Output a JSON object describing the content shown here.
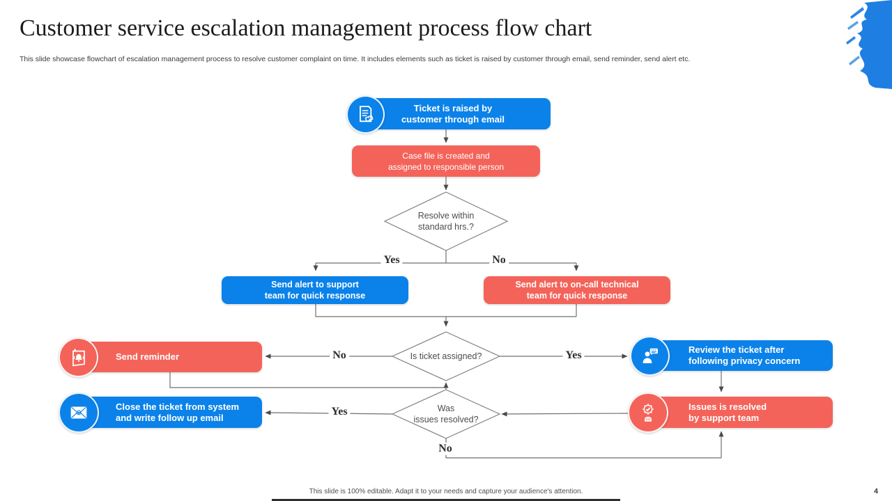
{
  "slide": {
    "title": "Customer service escalation management process flow chart",
    "subtitle": "This slide showcase flowchart of escalation management process to resolve customer complaint on time. It includes elements such as ticket is raised by customer through email, send reminder, send alert etc.",
    "footer": "This slide is 100% editable.  Adapt it to your needs and capture your audience's attention.",
    "page_number": "4"
  },
  "colors": {
    "blue": "#0b82e9",
    "red": "#f4635a",
    "line": "#6f6f6f"
  },
  "flowchart": {
    "nodes": {
      "ticket_raised": {
        "text": "Ticket is raised by\ncustomer through  email",
        "color": "blue",
        "icon": "ticket-document-icon"
      },
      "case_file": {
        "text": "Case file is created and\nassigned to responsible  person",
        "color": "red"
      },
      "resolve_within": {
        "text": "Resolve  within\nstandard hrs.?"
      },
      "alert_support": {
        "text": "Send alert to support\nteam for quick response",
        "color": "blue"
      },
      "alert_oncall": {
        "text": "Send alert to on-call technical\nteam for quick response",
        "color": "red"
      },
      "send_reminder": {
        "text": "Send reminder",
        "color": "red",
        "icon": "reminder-bell-icon"
      },
      "is_ticket_assigned": {
        "text": "Is ticket assigned?"
      },
      "review_ticket": {
        "text": "Review the ticket after\nfollowing privacy concern",
        "color": "blue",
        "icon": "review-person-icon"
      },
      "was_resolved": {
        "text": "Was\nissues resolved?"
      },
      "close_ticket": {
        "text": "Close  the ticket  from system\nand write follow up email",
        "color": "blue",
        "icon": "email-envelope-icon"
      },
      "issues_resolved": {
        "text": "Issues  is resolved\nby support  team",
        "color": "red",
        "icon": "resolved-gear-hand-icon"
      }
    },
    "edge_labels": {
      "resolve_yes": "Yes",
      "resolve_no": "No",
      "assigned_no": "No",
      "assigned_yes": "Yes",
      "resolved_yes": "Yes",
      "resolved_no": "No"
    }
  }
}
